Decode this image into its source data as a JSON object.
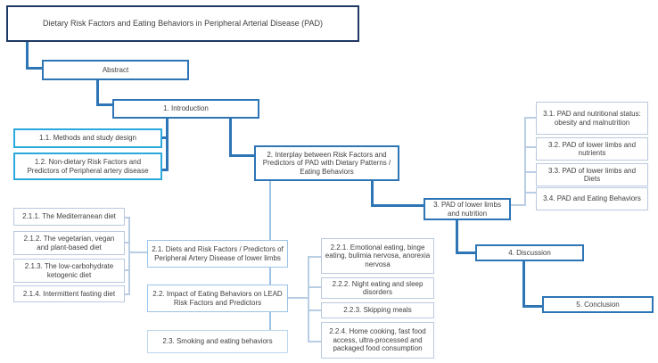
{
  "diagram_type": "paper-structure-flowchart",
  "colors": {
    "title_border": "#1F3864",
    "main_border": "#2E75B6",
    "section_border": "#29A9DE",
    "subsection_border": "#9CC3E6",
    "leaf_border": "#B9C9E0",
    "connector_dark": "#2E75B6",
    "connector_light": "#9CC3E6",
    "connector_pale": "#B9CDE4",
    "background": "#FFFFFF",
    "text": "#3F3F3F"
  },
  "nodes": {
    "title": {
      "label": "Dietary Risk Factors and Eating Behaviors in Peripheral Arterial Disease (PAD)"
    },
    "abstract": {
      "label": "Abstract"
    },
    "introduction": {
      "label": "1. Introduction"
    },
    "methods": {
      "label": "1.1. Methods and study design"
    },
    "non_dietary": {
      "label": "1.2. Non-dietary Risk Factors and Predictors of Peripheral artery disease"
    },
    "interplay": {
      "label": "2. Interplay between Risk Factors and Predictors of PAD with Dietary Patterns / Eating Behaviors"
    },
    "diets_risk": {
      "label": "2.1. Diets and Risk Factors / Predictors of Peripheral Artery Disease of lower limbs"
    },
    "mediterranean": {
      "label": "2.1.1. The Mediterranean diet"
    },
    "vegetarian": {
      "label": "2.1.2. The vegetarian, vegan and plant-based diet"
    },
    "keto": {
      "label": "2.1.3. The low-carbohydrate ketogenic diet"
    },
    "fasting": {
      "label": "2.1.4. Intermittent fasting diet"
    },
    "eating_impact": {
      "label": "2.2. Impact of Eating Behaviors on LEAD Risk Factors and Predictors"
    },
    "emotional": {
      "label": "2.2.1. Emotional eating, binge eating, bulimia nervosa, anorexia nervosa"
    },
    "night_eating": {
      "label": "2.2.2. Night eating and sleep disorders"
    },
    "skipping": {
      "label": "2.2.3. Skipping meals"
    },
    "home_cooking": {
      "label": "2.2.4. Home cooking, fast food access, ultra-processed and packaged food consumption"
    },
    "smoking": {
      "label": "2.3. Smoking and eating behaviors"
    },
    "pad_nutrition": {
      "label": "3. PAD of lower limbs and nutrition"
    },
    "pad_status": {
      "label": "3.1. PAD and nutritional status: obesity and malnutrition"
    },
    "pad_nutrients": {
      "label": "3.2. PAD of lower limbs and nutrients"
    },
    "pad_diets": {
      "label": "3.3. PAD of lower limbs and Diets"
    },
    "pad_eating": {
      "label": "3.4. PAD and Eating Behaviors"
    },
    "discussion": {
      "label": "4. Discussion"
    },
    "conclusion": {
      "label": "5. Conclusion"
    }
  }
}
